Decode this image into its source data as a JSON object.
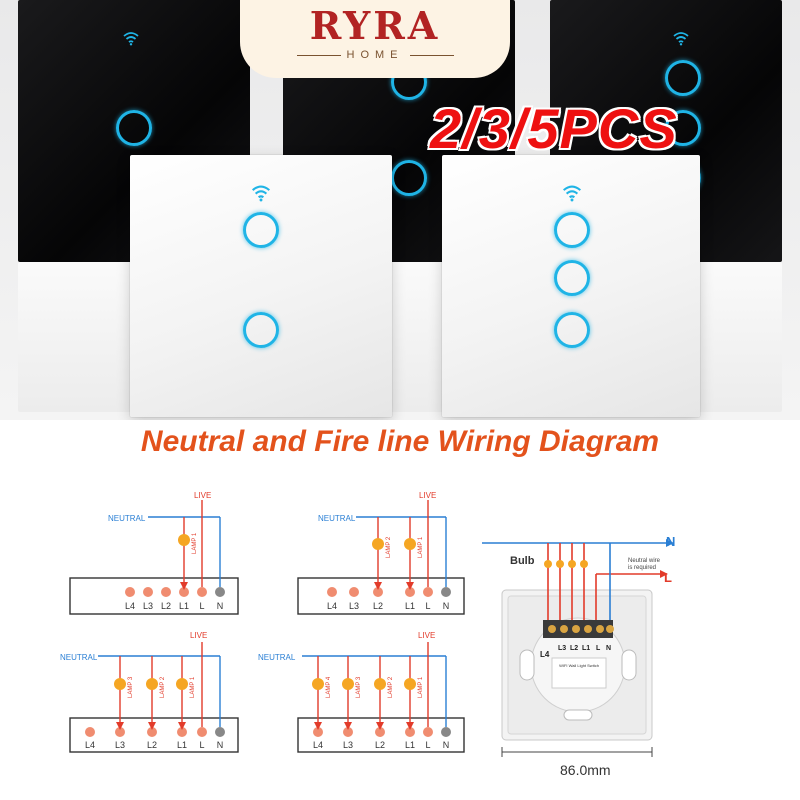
{
  "brand": {
    "name": "RYRA",
    "sub": "HOME"
  },
  "promo": {
    "quantity": "2/3/5PCS"
  },
  "diagram_title": "Neutral and Fire line Wiring Diagram",
  "wiring": {
    "live": "LIVE",
    "neutral": "NEUTRAL",
    "terminals": [
      "L4",
      "L3",
      "L2",
      "L1",
      "L",
      "N"
    ],
    "lamps": {
      "lamp1": "LAMP 1",
      "lamp2": "LAMP 2",
      "lamp3": "LAMP 3",
      "lamp4": "LAMP 4"
    }
  },
  "photo": {
    "n": "N",
    "l": "L",
    "bulb": "Bulb",
    "note_line1": "Neutral wire",
    "note_line2": "is required",
    "terminals": [
      "L4",
      "L3",
      "L2",
      "L1",
      "L",
      "N"
    ],
    "label_title": "WIFI Wall Light Switch",
    "dimension": "86.0mm"
  },
  "colors": {
    "accent": "#e3521c",
    "touch_ring": "#1fb4e6",
    "live_wire": "#e23b2a",
    "neutral_wire": "#2a7fd4",
    "lamp": "#f5a623",
    "promo": "#ee1111"
  }
}
